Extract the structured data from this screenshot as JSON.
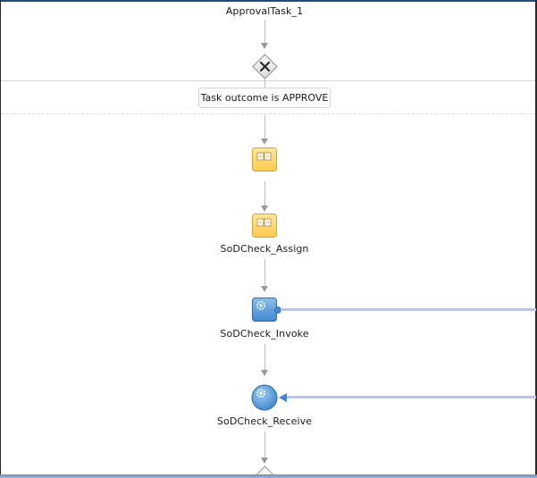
{
  "process": {
    "top_activity_label": "ApprovalTask_1",
    "condition_label": "Task outcome is APPROVE",
    "assign_label": "SoDCheck_Assign",
    "invoke_label": "SoDCheck_Invoke",
    "receive_label": "SoDCheck_Receive"
  },
  "icons": {
    "gateway": "exclusive-gateway-x-icon",
    "assign": "assign-activity-icon",
    "invoke": "invoke-activity-gear-icon",
    "receive": "receive-activity-gear-icon",
    "bottom_gateway": "gateway-diamond-icon"
  },
  "colors": {
    "assign_fill": "#ffd774",
    "assign_border": "#d7a337",
    "invoke_fill": "#5d9bd6",
    "invoke_border": "#2f6aa6",
    "partner_link": "#b7c4f3",
    "connector": "#bdbdbd",
    "frame": "#1f4e79"
  }
}
